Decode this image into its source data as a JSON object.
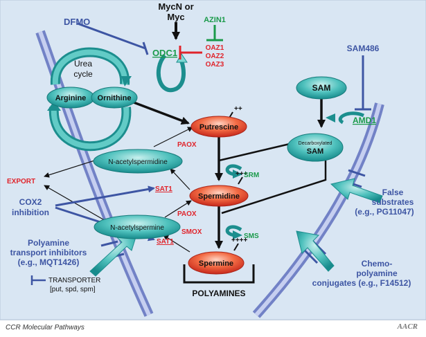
{
  "regulators": {
    "dfmo": "DFMO",
    "mycn": "MycN or",
    "myc": "Myc",
    "azin1": "AZIN1",
    "oaz1": "OAZ1",
    "oaz2": "OAZ2",
    "oaz3": "OAZ3",
    "sam486": "SAM486"
  },
  "enzymes": {
    "odc1": "ODC1",
    "amd1": "AMD1",
    "srm": "SRM",
    "sms": "SMS",
    "paox_1": "PAOX",
    "paox_2": "PAOX",
    "smox": "SMOX",
    "sat1_top": "SAT1",
    "sat1_bottom": "SAT1"
  },
  "metabolites": {
    "urea": "Urea",
    "cycle": "cycle",
    "arginine": "Arginine",
    "ornithine": "Ornithine",
    "sam": "SAM",
    "dcsam_line1": "Decarboxylated",
    "dcsam_line2": "SAM",
    "putrescine": "Putrescine",
    "putrescine_charge": "++",
    "spermidine": "Spermidine",
    "spermidine_charge": "+++",
    "spermine": "Spermine",
    "spermine_charge": "++++",
    "n_acetylspermidine": "N-acetylspermidine",
    "n_acetylspermine": "N-acetylspermine"
  },
  "labels": {
    "export": "EXPORT",
    "cox2_line1": "COX2",
    "cox2_line2": "inhibition",
    "transport_line1": "Polyamine",
    "transport_line2": "transport inhibitors",
    "transport_line3": "(e.g., MQT1426)",
    "transporter": "TRANSPORTER",
    "transporter_sub": "[put, spd, spm]",
    "polyamines": "POLYAMINES",
    "false_line1": "False",
    "false_line2": "substrates",
    "false_line3": "(e.g., PG11047)",
    "chemo_line1": "Chemo-",
    "chemo_line2": "polyamine",
    "chemo_line3": "conjugates (e.g., F14512)"
  },
  "footer": {
    "left": "CCR Molecular Pathways",
    "right": "AACR"
  },
  "colors": {
    "background": "#d9e6f3",
    "drug_blue": "#3d55a3",
    "enzyme_green": "#1a9a4a",
    "inhibitor_red": "#e0242b",
    "teal": "#3cb9b9",
    "polyamine_red": "#e8452c"
  }
}
